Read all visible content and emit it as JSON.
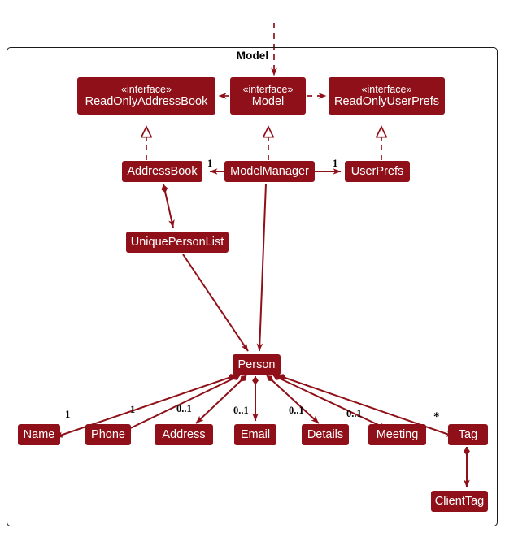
{
  "diagram": {
    "type": "uml-class-diagram",
    "package_title": "Model",
    "accent_color": "#8f1018",
    "border_color": "#1a1a1a",
    "background": "#ffffff",
    "interfaces": [
      {
        "id": "readonlyaddressbook",
        "stereotype": "«interface»",
        "name": "ReadOnlyAddressBook"
      },
      {
        "id": "model",
        "stereotype": "«interface»",
        "name": "Model"
      },
      {
        "id": "readonlyuserprefs",
        "stereotype": "«interface»",
        "name": "ReadOnlyUserPrefs"
      }
    ],
    "classes": [
      {
        "id": "addressbook",
        "name": "AddressBook"
      },
      {
        "id": "modelmanager",
        "name": "ModelManager"
      },
      {
        "id": "userprefs",
        "name": "UserPrefs"
      },
      {
        "id": "uniquepersonlist",
        "name": "UniquePersonList"
      },
      {
        "id": "person",
        "name": "Person"
      },
      {
        "id": "name",
        "name": "Name"
      },
      {
        "id": "phone",
        "name": "Phone"
      },
      {
        "id": "address",
        "name": "Address"
      },
      {
        "id": "email",
        "name": "Email"
      },
      {
        "id": "details",
        "name": "Details"
      },
      {
        "id": "meeting",
        "name": "Meeting"
      },
      {
        "id": "tag",
        "name": "Tag"
      },
      {
        "id": "clienttag",
        "name": "ClientTag"
      }
    ],
    "multiplicities": {
      "addressbook": "1",
      "userprefs": "1",
      "name": "1",
      "phone": "1",
      "address": "0..1",
      "email": "0..1",
      "details": "0..1",
      "meeting": "0..1",
      "tag": "*"
    },
    "relationships": [
      {
        "from": "external",
        "to": "model",
        "kind": "dependency"
      },
      {
        "from": "model",
        "to": "readonlyaddressbook",
        "kind": "dependency"
      },
      {
        "from": "model",
        "to": "readonlyuserprefs",
        "kind": "dependency"
      },
      {
        "from": "addressbook",
        "to": "readonlyaddressbook",
        "kind": "realization"
      },
      {
        "from": "modelmanager",
        "to": "model",
        "kind": "realization"
      },
      {
        "from": "userprefs",
        "to": "readonlyuserprefs",
        "kind": "realization"
      },
      {
        "from": "modelmanager",
        "to": "addressbook",
        "kind": "association",
        "multiplicity": "1"
      },
      {
        "from": "modelmanager",
        "to": "userprefs",
        "kind": "association",
        "multiplicity": "1"
      },
      {
        "from": "addressbook",
        "to": "uniquepersonlist",
        "kind": "composition"
      },
      {
        "from": "uniquepersonlist",
        "to": "person",
        "kind": "association"
      },
      {
        "from": "modelmanager",
        "to": "person",
        "kind": "association"
      },
      {
        "from": "person",
        "to": "name",
        "kind": "composition",
        "multiplicity": "1"
      },
      {
        "from": "person",
        "to": "phone",
        "kind": "composition",
        "multiplicity": "1"
      },
      {
        "from": "person",
        "to": "address",
        "kind": "composition",
        "multiplicity": "0..1"
      },
      {
        "from": "person",
        "to": "email",
        "kind": "composition",
        "multiplicity": "0..1"
      },
      {
        "from": "person",
        "to": "details",
        "kind": "composition",
        "multiplicity": "0..1"
      },
      {
        "from": "person",
        "to": "meeting",
        "kind": "composition",
        "multiplicity": "0..1"
      },
      {
        "from": "person",
        "to": "tag",
        "kind": "composition",
        "multiplicity": "*"
      },
      {
        "from": "tag",
        "to": "clienttag",
        "kind": "composition"
      }
    ]
  }
}
